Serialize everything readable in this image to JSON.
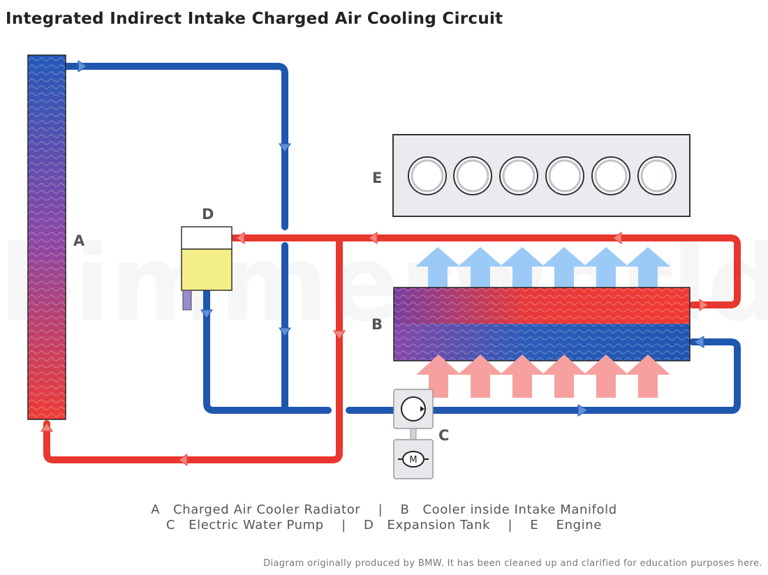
{
  "title": "Integrated Indirect Intake Charged Air Cooling Circuit",
  "labels": {
    "a": "A",
    "b": "B",
    "c": "C",
    "d": "D",
    "e": "E"
  },
  "legend": {
    "line1": "A   Charged Air Cooler Radiator    |    B   Cooler inside Intake Manifold",
    "line2": "C   Electric Water Pump    |    D   Expansion Tank    |    E    Engine"
  },
  "credit": "Diagram originally produced by BMW. It has been cleaned up and clarified for education purposes here.",
  "watermark": "bimmerworld",
  "motor_glyph": "M",
  "colors": {
    "cold": "#1f56b0",
    "hot": "#e8372e",
    "cold_arrow": "#9ccaf7",
    "hot_arrow": "#f7a0a0",
    "tank_fill": "#f4ee86",
    "engine_fill": "#e9ebee"
  }
}
